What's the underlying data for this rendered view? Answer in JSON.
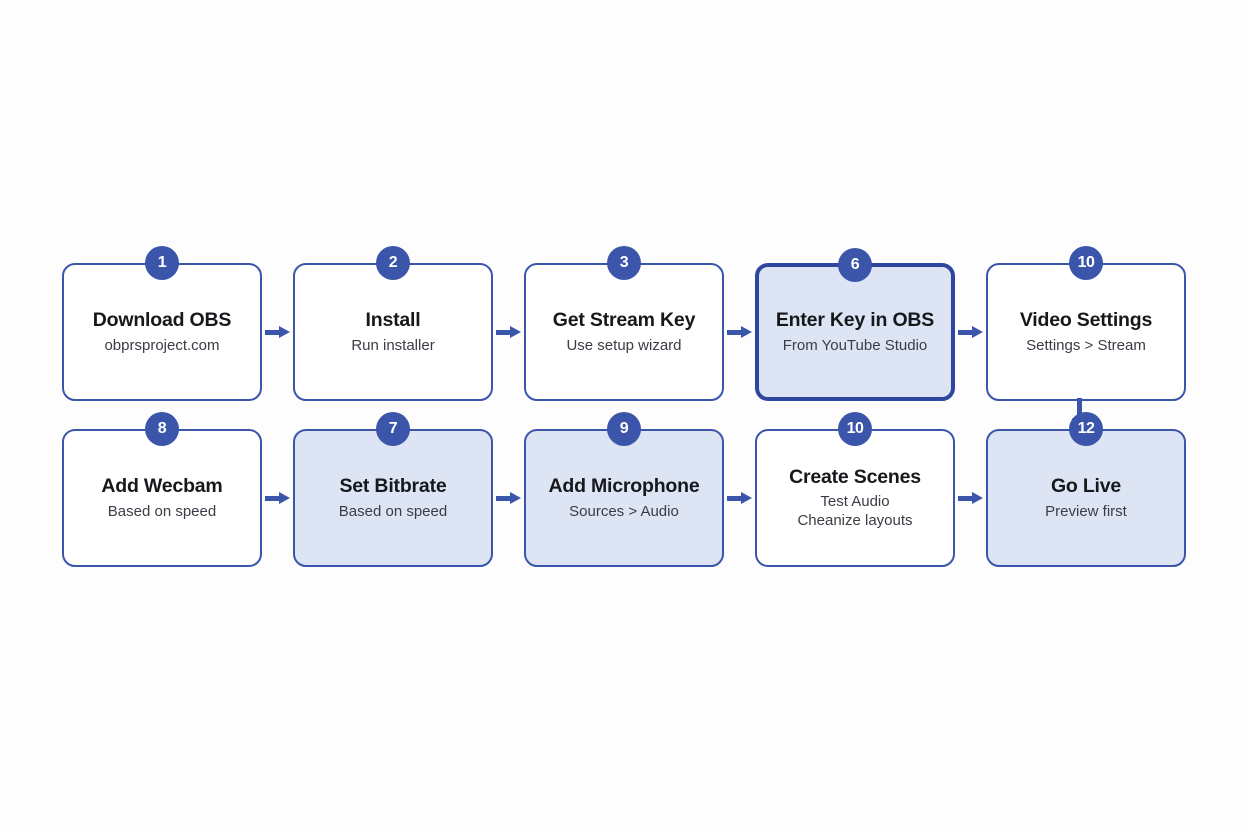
{
  "diagram": {
    "type": "flowchart",
    "accent_color": "#3b55ab",
    "active_border_color": "#2f46a0",
    "highlight_fill": "#dde5f5",
    "background": "#fdfdfd",
    "rows": [
      {
        "name": "top-row",
        "nodes": [
          {
            "badge": "1",
            "title": "Download OBS",
            "sub": "obprsproject.com",
            "sub2": "",
            "state": "default"
          },
          {
            "badge": "2",
            "title": "Install",
            "sub": "Run installer",
            "sub2": "",
            "state": "default"
          },
          {
            "badge": "3",
            "title": "Get Stream Key",
            "sub": "Use setup wizard",
            "sub2": "",
            "state": "default"
          },
          {
            "badge": "6",
            "title": "Enter Key in OBS",
            "sub": "From YouTube Studio",
            "sub2": "",
            "state": "active"
          },
          {
            "badge": "10",
            "title": "Video Settings",
            "sub": "Settings > Stream",
            "sub2": "",
            "state": "default"
          }
        ]
      },
      {
        "name": "bottom-row",
        "nodes": [
          {
            "badge": "8",
            "title": "Add Wecbam",
            "sub": "Based on speed",
            "sub2": "",
            "state": "default"
          },
          {
            "badge": "7",
            "title": "Set Bitbrate",
            "sub": "Based on speed",
            "sub2": "",
            "state": "filled"
          },
          {
            "badge": "9",
            "title": "Add Microphone",
            "sub": "Sources > Audio",
            "sub2": "",
            "state": "filled"
          },
          {
            "badge": "10",
            "title": "Create Scenes",
            "sub": "Test Audio",
            "sub2": "Cheanize layouts",
            "state": "default"
          },
          {
            "badge": "12",
            "title": "Go Live",
            "sub": "Preview first",
            "sub2": "",
            "state": "filled"
          }
        ]
      }
    ]
  }
}
